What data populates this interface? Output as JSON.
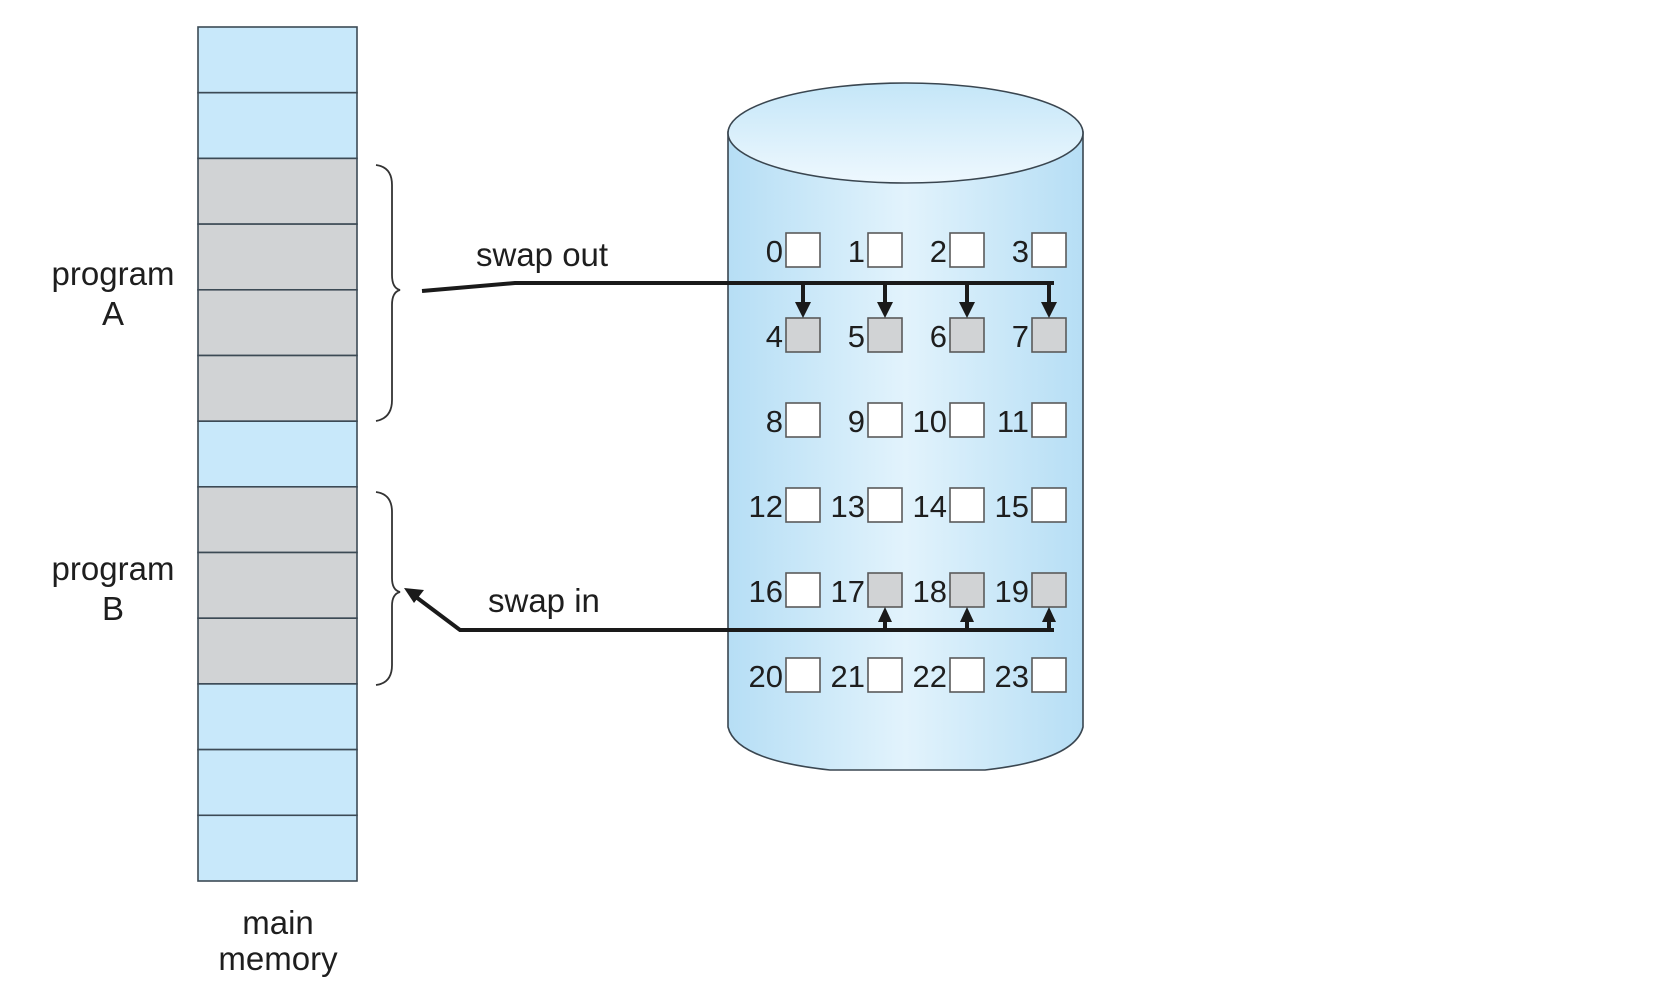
{
  "figure": {
    "memory_label": [
      "main",
      "memory"
    ],
    "program_a_label": [
      "program",
      "A"
    ],
    "program_b_label": [
      "program",
      "B"
    ],
    "swap_out_label": "swap out",
    "swap_in_label": "swap in"
  },
  "colors": {
    "free": "#c8e8fa",
    "used": "#d1d3d5",
    "block_empty": "#ffffff",
    "block_used": "#d1d3d5",
    "disk_light": "#e4f4fd",
    "disk_dark": "#b9e0f6"
  },
  "memory": {
    "cells": [
      "free",
      "free",
      "A",
      "A",
      "A",
      "A",
      "free",
      "B",
      "B",
      "B",
      "free",
      "free",
      "free"
    ]
  },
  "disk": {
    "blocks": [
      {
        "id": "0",
        "state": "empty"
      },
      {
        "id": "1",
        "state": "empty"
      },
      {
        "id": "2",
        "state": "empty"
      },
      {
        "id": "3",
        "state": "empty"
      },
      {
        "id": "4",
        "state": "used"
      },
      {
        "id": "5",
        "state": "used"
      },
      {
        "id": "6",
        "state": "used"
      },
      {
        "id": "7",
        "state": "used"
      },
      {
        "id": "8",
        "state": "empty"
      },
      {
        "id": "9",
        "state": "empty"
      },
      {
        "id": "10",
        "state": "empty"
      },
      {
        "id": "11",
        "state": "empty"
      },
      {
        "id": "12",
        "state": "empty"
      },
      {
        "id": "13",
        "state": "empty"
      },
      {
        "id": "14",
        "state": "empty"
      },
      {
        "id": "15",
        "state": "empty"
      },
      {
        "id": "16",
        "state": "empty"
      },
      {
        "id": "17",
        "state": "used"
      },
      {
        "id": "18",
        "state": "used"
      },
      {
        "id": "19",
        "state": "used"
      },
      {
        "id": "20",
        "state": "empty"
      },
      {
        "id": "21",
        "state": "empty"
      },
      {
        "id": "22",
        "state": "empty"
      },
      {
        "id": "23",
        "state": "empty"
      }
    ],
    "swap_out_targets": [
      "4",
      "5",
      "6",
      "7"
    ],
    "swap_in_sources": [
      "17",
      "18",
      "19"
    ]
  }
}
